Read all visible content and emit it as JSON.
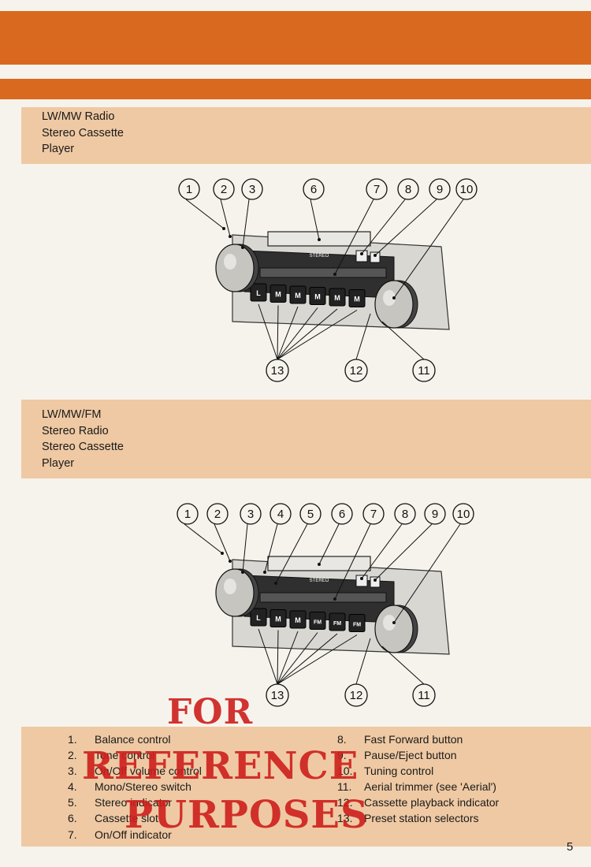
{
  "header": {
    "accent_color": "#d9691e",
    "panel_color": "#efc9a3"
  },
  "sections": [
    {
      "title": "LW/MW Radio\nStereo Cassette\nPlayer",
      "callouts_top": [
        "1",
        "2",
        "3",
        "6",
        "7",
        "8",
        "9",
        "10"
      ],
      "callouts_bottom": [
        "13",
        "12",
        "11"
      ],
      "unit_label": "STEREO",
      "preset_buttons": [
        "L",
        "M",
        "M",
        "M",
        "M",
        "M"
      ]
    },
    {
      "title": "LW/MW/FM\nStereo Radio\nStereo Cassette\nPlayer",
      "callouts_top": [
        "1",
        "2",
        "3",
        "4",
        "5",
        "6",
        "7",
        "8",
        "9",
        "10"
      ],
      "callouts_bottom": [
        "13",
        "12",
        "11"
      ],
      "unit_label": "STEREO",
      "preset_buttons": [
        "L",
        "M",
        "M",
        "FM",
        "FM",
        "FM"
      ]
    }
  ],
  "legend": {
    "left": [
      {
        "num": "1.",
        "text": "Balance control"
      },
      {
        "num": "2.",
        "text": "Tone control"
      },
      {
        "num": "3.",
        "text": "On/Off volume control"
      },
      {
        "num": "4.",
        "text": "Mono/Stereo switch"
      },
      {
        "num": "5.",
        "text": "Stereo indicator"
      },
      {
        "num": "6.",
        "text": "Cassette slot"
      },
      {
        "num": "7.",
        "text": "On/Off indicator"
      }
    ],
    "right": [
      {
        "num": "8.",
        "text": "Fast Forward button"
      },
      {
        "num": "9.",
        "text": "Pause/Eject button"
      },
      {
        "num": "10.",
        "text": "Tuning control"
      },
      {
        "num": "11.",
        "text": "Aerial trimmer (see 'Aerial')"
      },
      {
        "num": "12.",
        "text": "Cassette playback indicator"
      },
      {
        "num": "13.",
        "text": "Preset station selectors"
      }
    ]
  },
  "watermark": {
    "line1": "FOR",
    "line2": "REFERENCE",
    "line3": "PURPOSES",
    "color": "#cd1e1c"
  },
  "page_number": "5"
}
